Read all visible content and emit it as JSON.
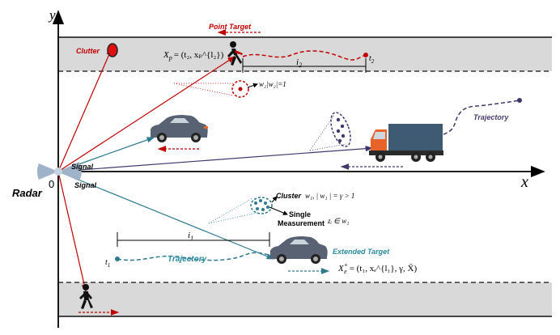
{
  "axes": {
    "x_label": "x",
    "y_label": "y",
    "origin_label": "0",
    "radar_label": "Radar"
  },
  "labels": {
    "point_target": "Point Target",
    "clutter": "Clutter",
    "signal_upper": "Signal",
    "signal_lower": "Signal",
    "trajectory_truck": "Trajectory",
    "trajectory_car": "Trajectory",
    "extended_target": "Extended Target",
    "cluster": "Cluster",
    "single_measurement": "Single Measurement",
    "single_line1": "Single",
    "single_line2": "Measurement"
  },
  "math": {
    "xp": "X",
    "xp_sub": "p",
    "xp_rhs": "= (t₂, xₚ^{l₂})",
    "t2": "t",
    "t2_sub": "2",
    "i2": "i",
    "i2_sub": "2",
    "w2": "w₂|w₂|=1",
    "cluster_formula": "w₁, | w₁ | = γ > 1",
    "zi_formula": "zᵢ ∈ w₁",
    "t1": "t",
    "t1_sub": "1",
    "i1": "i",
    "i1_sub": "1",
    "xe": "X",
    "xe_sub": "e",
    "xe_sup": "+",
    "xe_rhs": "= (t₁, xₑ^{l₁}, γ, X̄)"
  },
  "colors": {
    "road_fill": "#d9d9d9",
    "road_edge": "#111111",
    "red": "#c00000",
    "blue_signal": "#2e7b8f",
    "purple_signal": "#3d3a6b",
    "teal_text": "#2a8aa0",
    "purple_text": "#4a3d6e",
    "car_body": "#596273",
    "truck_box": "#3f5a73",
    "truck_cab": "#e8632a",
    "radar_fill": "#9fb3c8"
  }
}
